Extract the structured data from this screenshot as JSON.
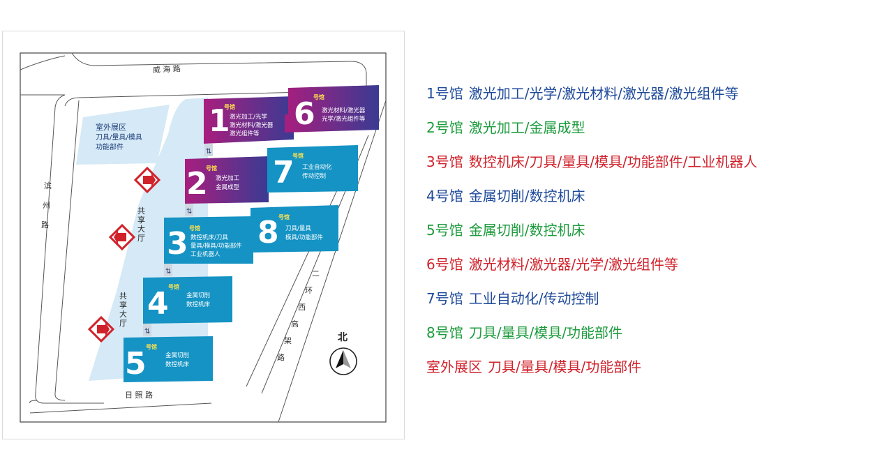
{
  "map": {
    "roads": {
      "north": "威 海 路",
      "west": [
        "滨",
        "州",
        "路"
      ],
      "south": "日 照 路",
      "east": [
        "二",
        "环",
        "西",
        "高",
        "架",
        "路"
      ]
    },
    "outdoor": {
      "title": "室外展区",
      "line1": "刀具/量具/模具",
      "line2": "功能部件"
    },
    "lobby_top": [
      "共",
      "享",
      "大",
      "厅"
    ],
    "lobby_bottom": [
      "共",
      "享",
      "大",
      "厅"
    ],
    "compass": "北",
    "hall_tag": "号馆",
    "halls": [
      {
        "num": "1",
        "desc": [
          "激光加工/光学",
          "激光材料/激光器",
          "激光组件等"
        ]
      },
      {
        "num": "2",
        "desc": [
          "激光加工",
          "金属成型"
        ]
      },
      {
        "num": "3",
        "desc": [
          "数控机床/刀具",
          "量具/模具/功能部件",
          "工业机器人"
        ]
      },
      {
        "num": "4",
        "desc": [
          "金属切削",
          "数控机床"
        ]
      },
      {
        "num": "5",
        "desc": [
          "金属切削",
          "数控机床"
        ]
      },
      {
        "num": "6",
        "desc": [
          "激光材料/激光器",
          "光学/激光组件等"
        ]
      },
      {
        "num": "7",
        "desc": [
          "工业自动化",
          "传动控制"
        ]
      },
      {
        "num": "8",
        "desc": [
          "刀具/量具",
          "模具/功能部件"
        ]
      }
    ],
    "colors": {
      "hall_blue": "#1493c4",
      "hall_purple_start": "#a81e7e",
      "hall_purple_end": "#3a3b93",
      "lobby": "#d5e9f6",
      "entrance": "#d0222b"
    }
  },
  "legend": [
    {
      "hall": "1号馆",
      "text": "激光加工/光学/激光材料/激光器/激光组件等",
      "color": "#1e4a9a"
    },
    {
      "hall": "2号馆",
      "text": "激光加工/金属成型",
      "color": "#1c9b3c"
    },
    {
      "hall": "3号馆",
      "text": "数控机床/刀具/量具/模具/功能部件/工业机器人",
      "color": "#d0222b"
    },
    {
      "hall": "4号馆",
      "text": "金属切削/数控机床",
      "color": "#1e4a9a"
    },
    {
      "hall": "5号馆",
      "text": "金属切削/数控机床",
      "color": "#1c9b3c"
    },
    {
      "hall": "6号馆",
      "text": "激光材料/激光器/光学/激光组件等",
      "color": "#d0222b"
    },
    {
      "hall": "7号馆",
      "text": "工业自动化/传动控制",
      "color": "#1e4a9a"
    },
    {
      "hall": "8号馆",
      "text": "刀具/量具/模具/功能部件",
      "color": "#1c9b3c"
    },
    {
      "hall": "室外展区",
      "text": "刀具/量具/模具/功能部件",
      "color": "#d0222b"
    }
  ]
}
